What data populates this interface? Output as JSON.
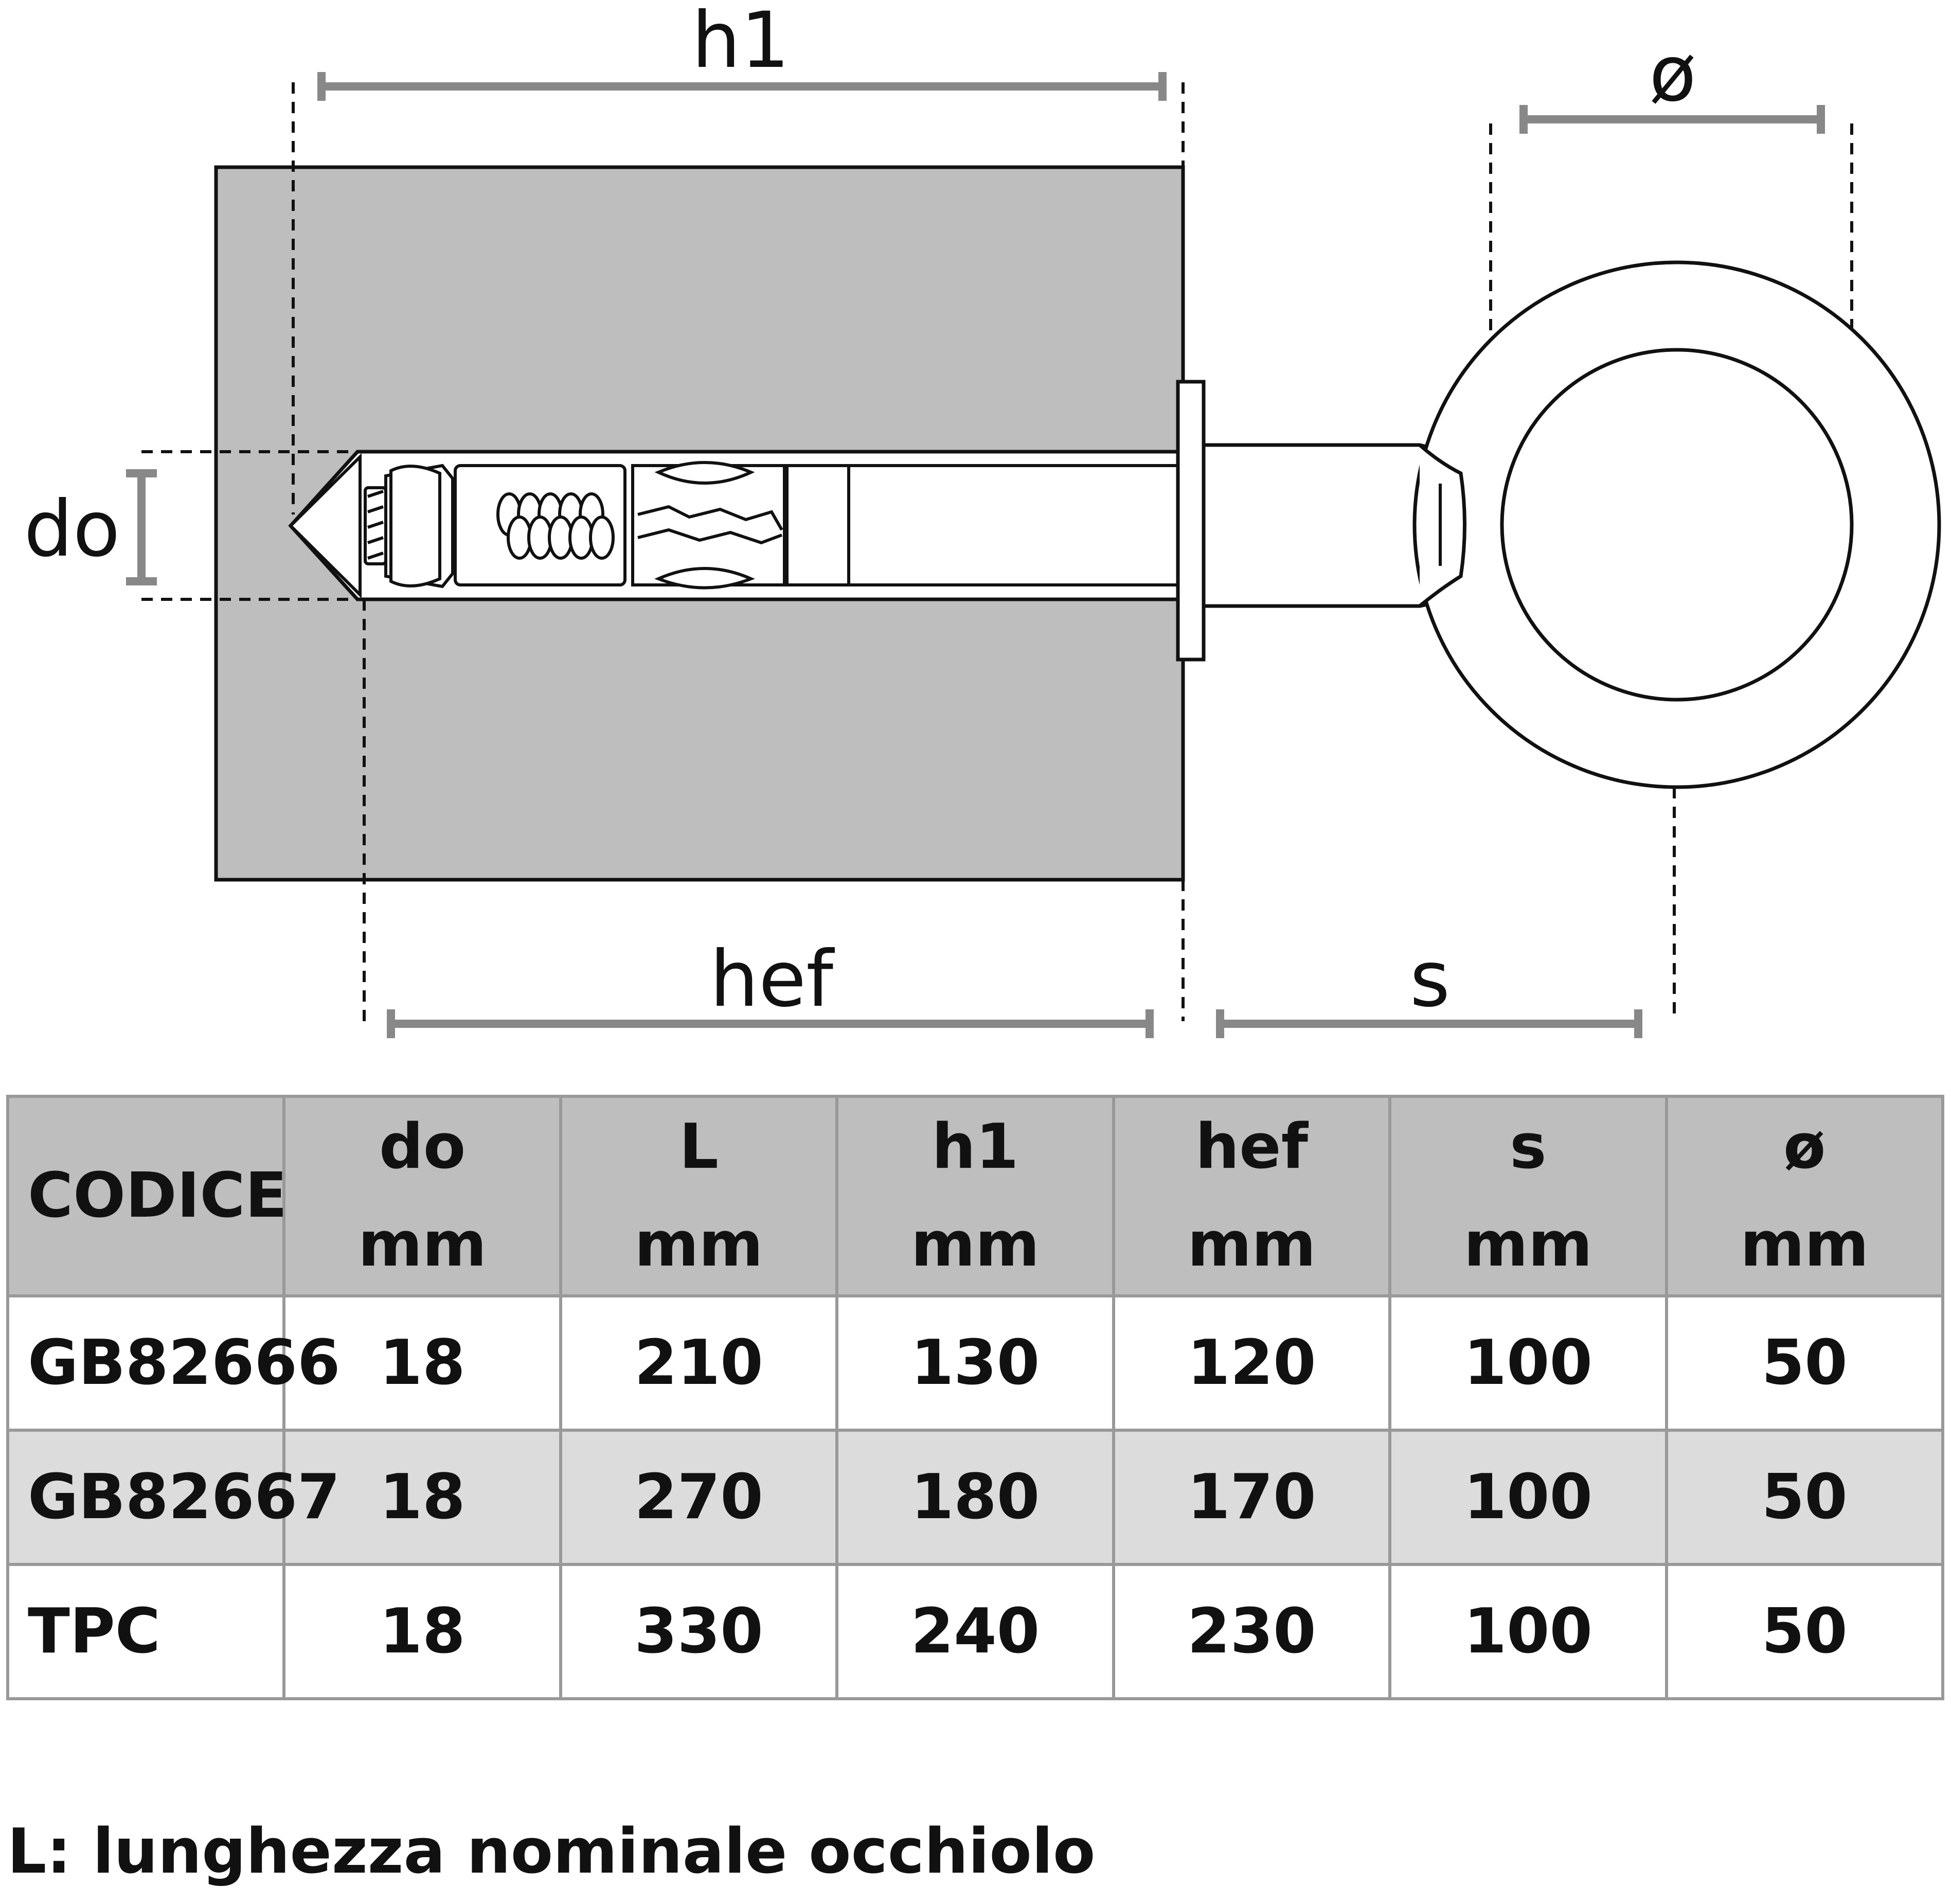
{
  "dimensions": {
    "h1": "h1",
    "diameter": "ø",
    "do": "do",
    "hef": "hef",
    "s": "s"
  },
  "table": {
    "headers": [
      {
        "line1": "CODICE",
        "line2": ""
      },
      {
        "line1": "do",
        "line2": "mm"
      },
      {
        "line1": "L",
        "line2": "mm"
      },
      {
        "line1": "h1",
        "line2": "mm"
      },
      {
        "line1": "hef",
        "line2": "mm"
      },
      {
        "line1": "s",
        "line2": "mm"
      },
      {
        "line1": "ø",
        "line2": "mm"
      }
    ],
    "rows": [
      [
        "GB82666",
        "18",
        "210",
        "130",
        "120",
        "100",
        "50"
      ],
      [
        "GB82667",
        "18",
        "270",
        "180",
        "170",
        "100",
        "50"
      ],
      [
        "TPC",
        "18",
        "330",
        "240",
        "230",
        "100",
        "50"
      ]
    ]
  },
  "footnote": "L: lunghezza nominale occhiolo",
  "colors": {
    "concrete": "#bebebe",
    "header_bg": "#bebebe",
    "alt_row": "#dcdcdc",
    "dimension_line": "#888888"
  }
}
